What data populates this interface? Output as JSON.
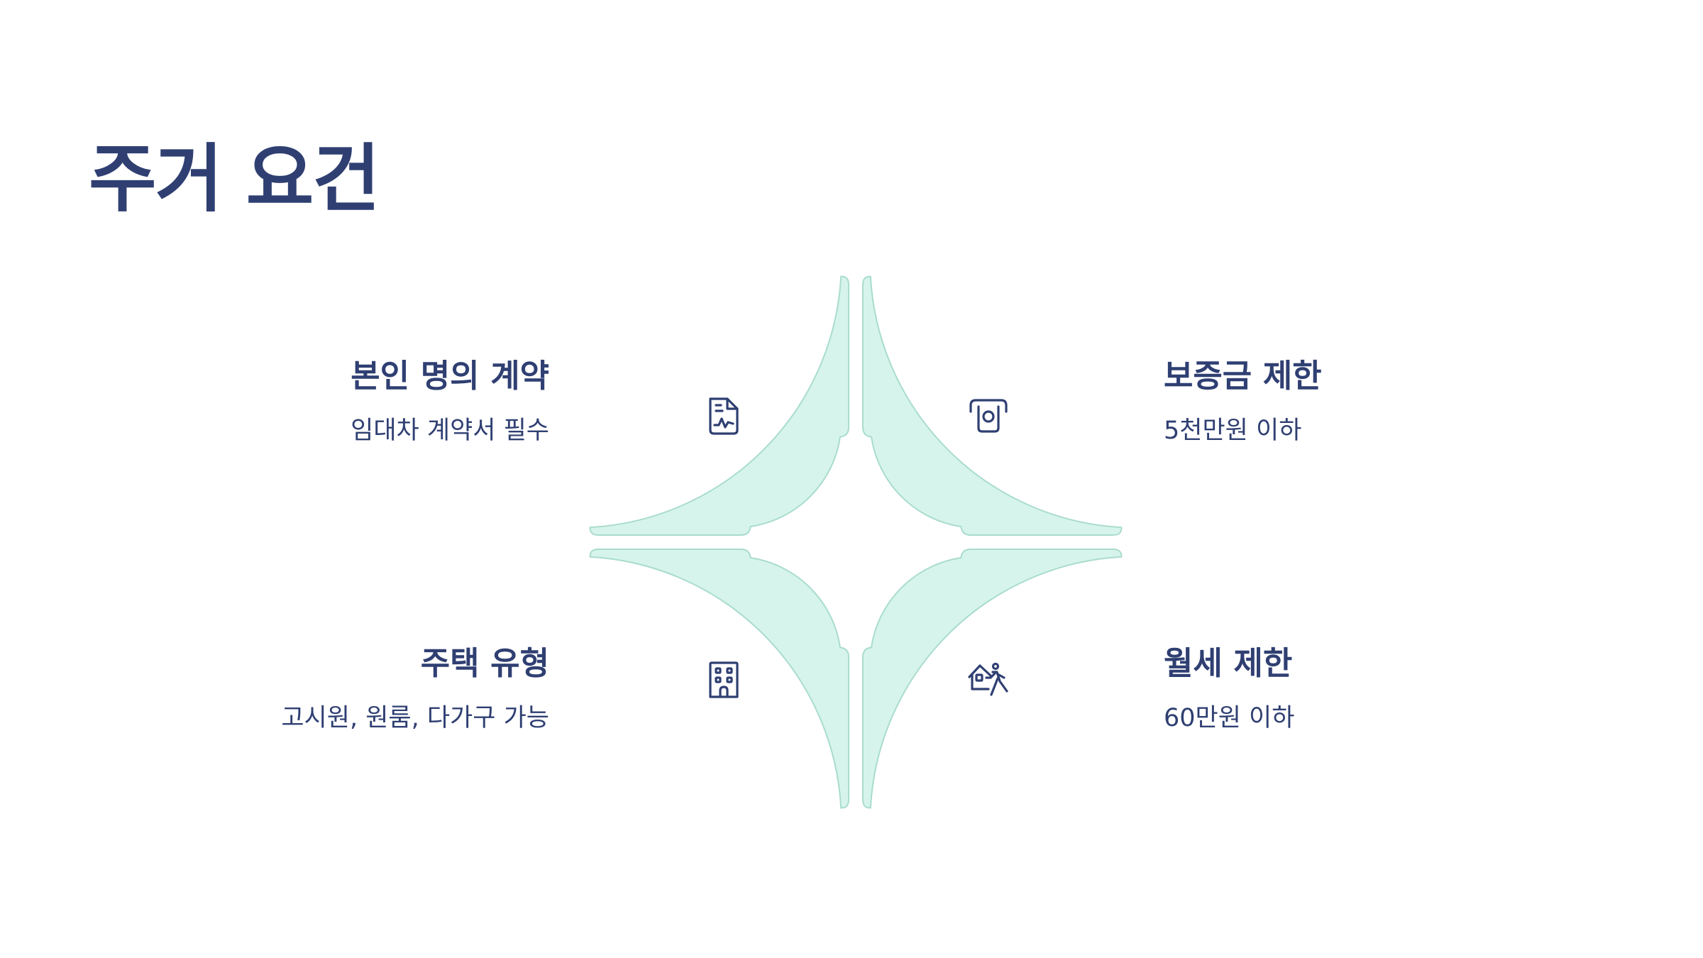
{
  "page": {
    "title": "주거 요건"
  },
  "colors": {
    "title": "#2f3f72",
    "segment_fill": "#d6f4ec",
    "segment_stroke": "#a9dccd",
    "icon": "#2f3f72"
  },
  "segments": [
    {
      "position": "top-left",
      "icon": "document-icon",
      "title": "본인 명의 계약",
      "description": "임대차 계약서 필수"
    },
    {
      "position": "top-right",
      "icon": "deposit-money-icon",
      "title": "보증금 제한",
      "description": "5천만원 이하"
    },
    {
      "position": "bottom-left",
      "icon": "building-icon",
      "title": "주택 유형",
      "description": "고시원, 원룸, 다가구 가능"
    },
    {
      "position": "bottom-right",
      "icon": "moving-house-icon",
      "title": "월세 제한",
      "description": "60만원 이하"
    }
  ]
}
